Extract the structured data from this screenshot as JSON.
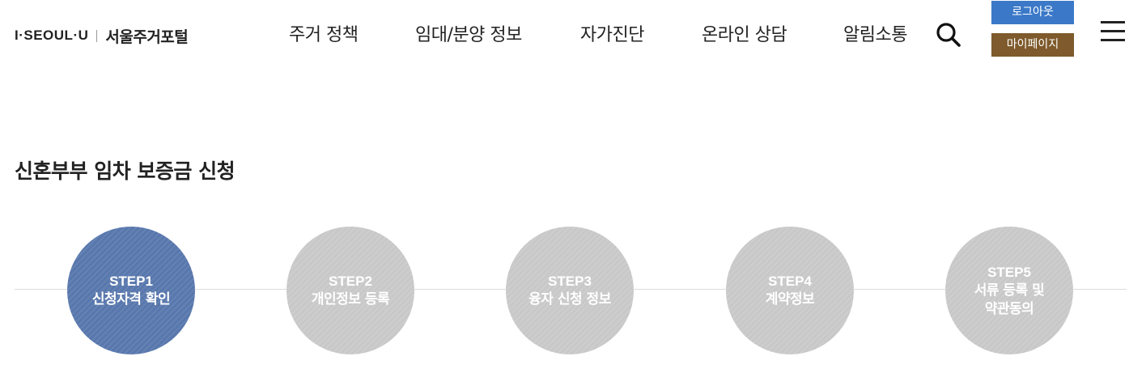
{
  "header": {
    "logo": {
      "mark": "I·SEOUL·U",
      "text": "서울주거포털"
    },
    "nav": [
      "주거 정책",
      "임대/분양 정보",
      "자가진단",
      "온라인 상담",
      "알림소통"
    ],
    "logout_label": "로그아웃",
    "mypage_label": "마이페이지",
    "colors": {
      "logout": "#3b79c8",
      "mypage": "#7e5a2c"
    }
  },
  "page": {
    "title": "신혼부부 임차 보증금 신청"
  },
  "steps": {
    "items": [
      {
        "num": "STEP1",
        "label": "신청자격 확인",
        "label2": "",
        "active": true
      },
      {
        "num": "STEP2",
        "label": "개인정보 등록",
        "label2": "",
        "active": false
      },
      {
        "num": "STEP3",
        "label": "융자 신청 정보",
        "label2": "",
        "active": false
      },
      {
        "num": "STEP4",
        "label": "계약정보",
        "label2": "",
        "active": false
      },
      {
        "num": "STEP5",
        "label": "서류 등록 및",
        "label2": "약관동의",
        "active": false
      }
    ],
    "colors": {
      "active": "#5877ad",
      "inactive": "#c8c8c8"
    }
  },
  "icons": {
    "search": "search-icon",
    "menu": "hamburger-menu-icon"
  }
}
